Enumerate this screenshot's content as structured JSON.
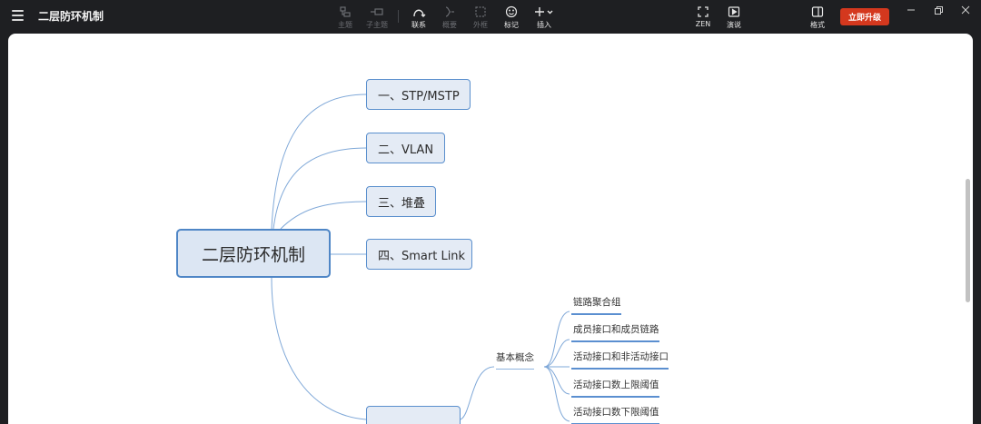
{
  "app": {
    "title": "二层防环机制"
  },
  "toolbar": {
    "topic": "主题",
    "subtopic": "子主题",
    "relation": "联系",
    "summary": "概要",
    "boundary": "外框",
    "marker": "标记",
    "insert": "插入",
    "zen": "ZEN",
    "present": "演说",
    "format": "格式",
    "upgrade": "立即升级"
  },
  "colors": {
    "accent": "#4f86c6",
    "upgrade": "#d4381e",
    "topbar": "#1e1f22"
  },
  "mindmap": {
    "root": "二层防环机制",
    "branches": [
      "一、STP/MSTP",
      "二、VLAN",
      "三、堆叠",
      "四、Smart Link"
    ],
    "sub_branch": "基本概念",
    "leaves": [
      "链路聚合组",
      "成员接口和成员链路",
      "活动接口和非活动接口",
      "活动接口数上限阈值",
      "活动接口数下限阈值"
    ]
  }
}
